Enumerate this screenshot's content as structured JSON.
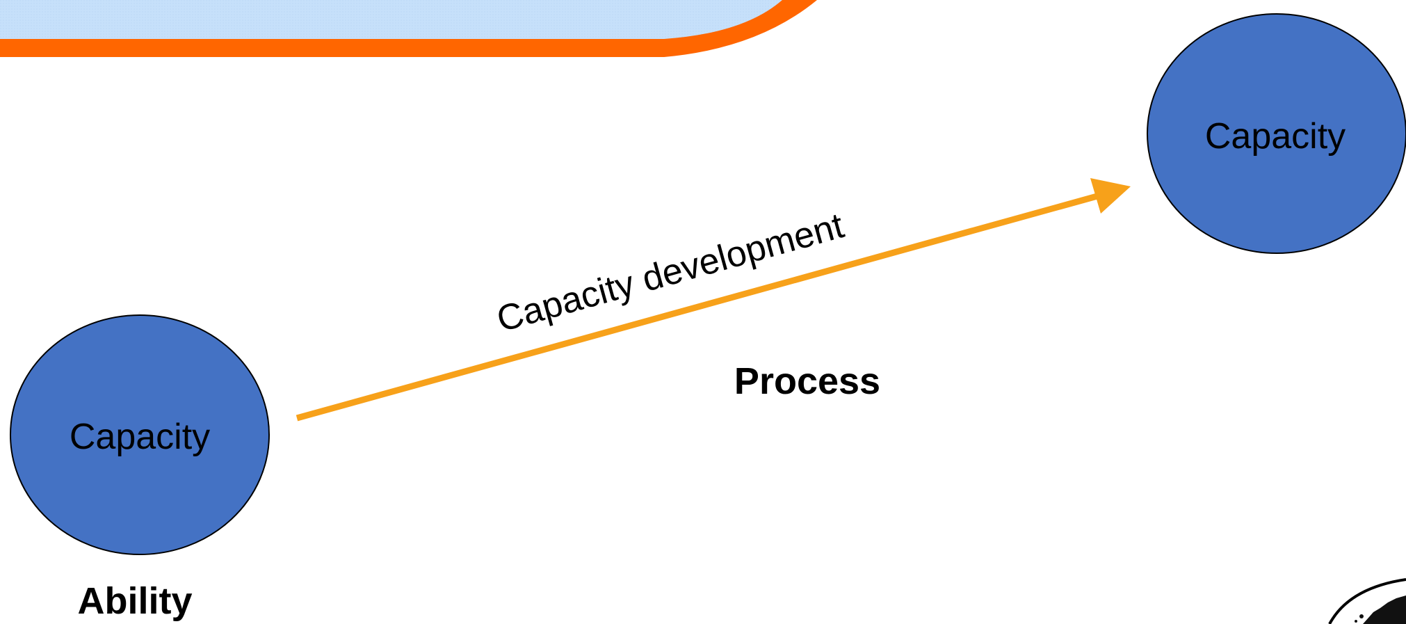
{
  "colors": {
    "node_fill": "#4472c4",
    "node_stroke": "#000000",
    "arrow": "#f7a11a",
    "banner_fill": "#c6e0fa",
    "banner_border": "#ff6600"
  },
  "nodes": {
    "start": {
      "label": "Capacity",
      "caption": "Ability"
    },
    "end": {
      "label": "Capacity"
    }
  },
  "arrow": {
    "label": "Capacity development",
    "caption": "Process"
  },
  "icons": {
    "corner_logo": "emblem-logo"
  }
}
